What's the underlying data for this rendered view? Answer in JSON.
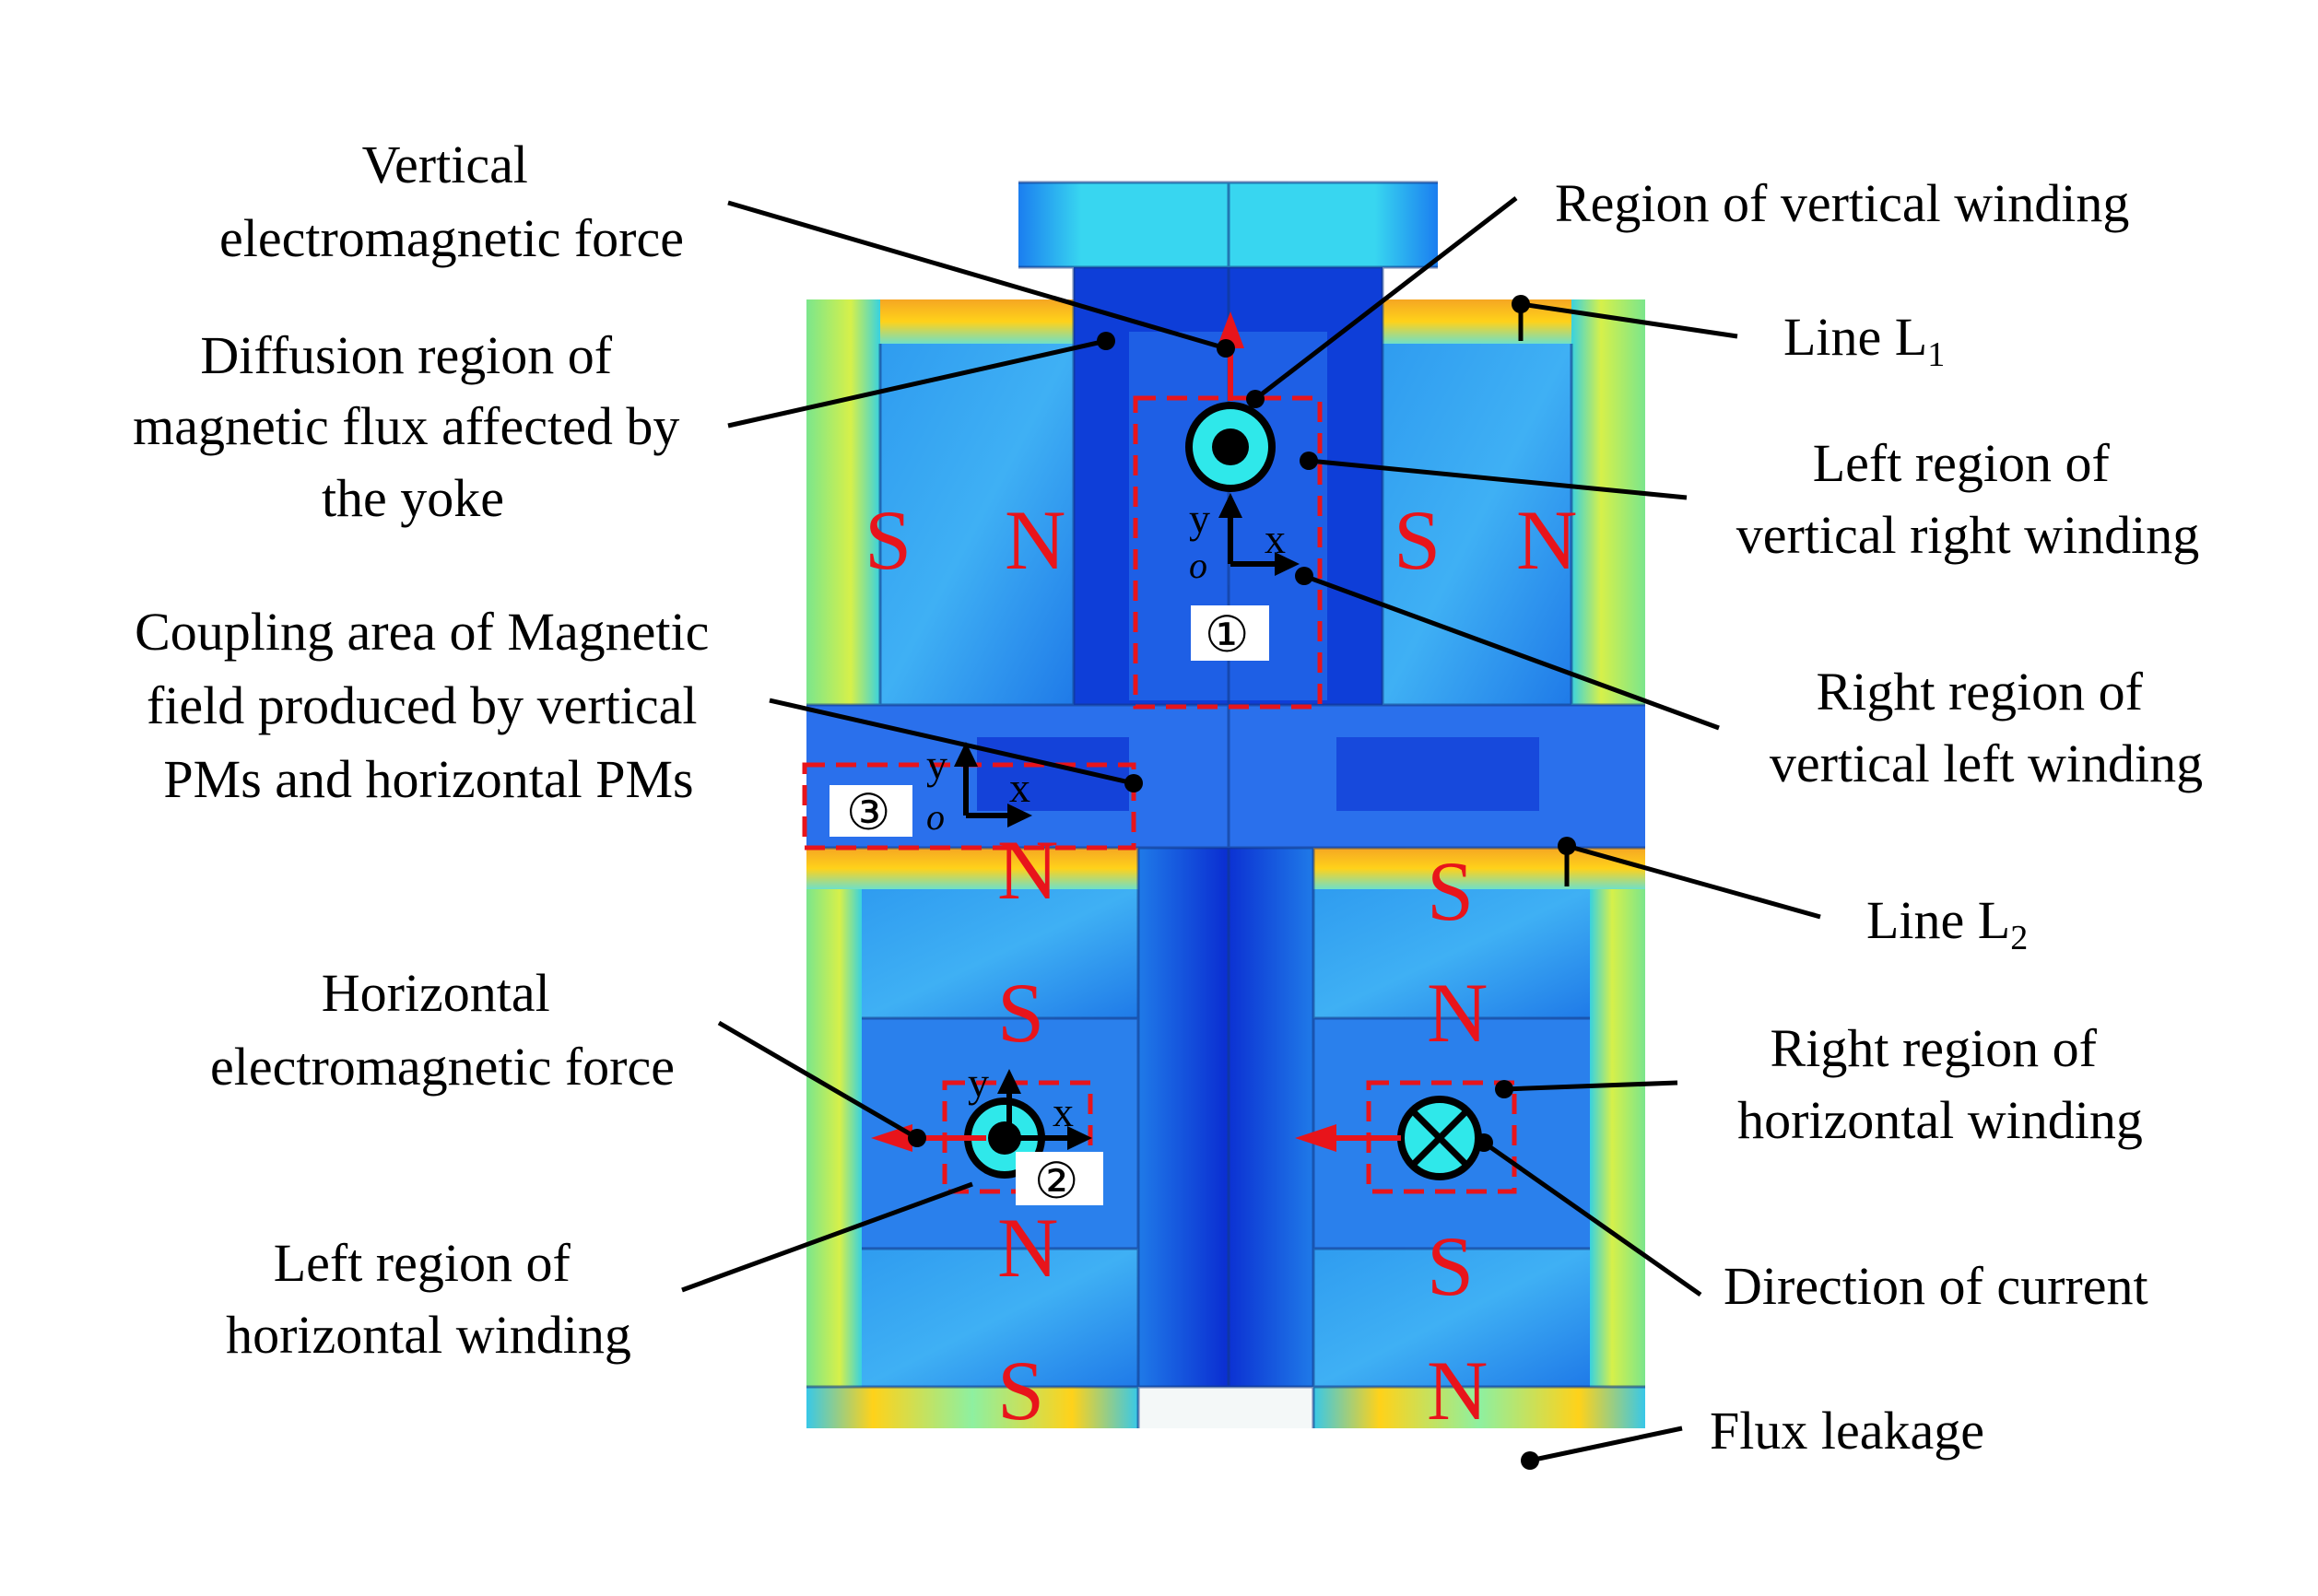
{
  "labels": {
    "vertical_force": [
      "Vertical",
      "electromagnetic force"
    ],
    "diffusion_region": [
      "Diffusion region of",
      "magnetic flux affected by",
      "the yoke"
    ],
    "coupling_area": [
      "Coupling area of Magnetic",
      "field produced by vertical",
      "PMs and horizontal PMs"
    ],
    "horizontal_force": [
      "Horizontal",
      "electromagnetic force"
    ],
    "left_horizontal_winding": [
      "Left region of",
      "horizontal winding"
    ],
    "vertical_winding_region": "Region of vertical winding",
    "line_l1": {
      "main": "Line L",
      "sub": "1"
    },
    "left_vertical_right_winding": [
      "Left region of",
      "vertical right winding"
    ],
    "right_vertical_left_winding": [
      "Right region of",
      "vertical left winding"
    ],
    "line_l2": {
      "main": "Line L",
      "sub": "2"
    },
    "right_horizontal_winding": [
      "Right region of",
      "horizontal winding"
    ],
    "current_direction": "Direction of current",
    "flux_leakage": "Flux leakage"
  },
  "poles": {
    "upper_left_s": "S",
    "upper_left_n": "N",
    "upper_right_s": "S",
    "upper_right_n": "N",
    "left_col": [
      "N",
      "S",
      "N",
      "S"
    ],
    "right_col": [
      "S",
      "N",
      "S",
      "N"
    ]
  },
  "regions": {
    "one": "①",
    "two": "②",
    "three": "③"
  },
  "axes": {
    "x": "x",
    "y": "y",
    "o": "o"
  },
  "colors": {
    "pole_red": "#e8141b",
    "arrow_red": "#e8141b",
    "field_blue": "#1f5ee8",
    "field_dark": "#0a2fd6",
    "winding_cyan": "#2fe8ea"
  }
}
